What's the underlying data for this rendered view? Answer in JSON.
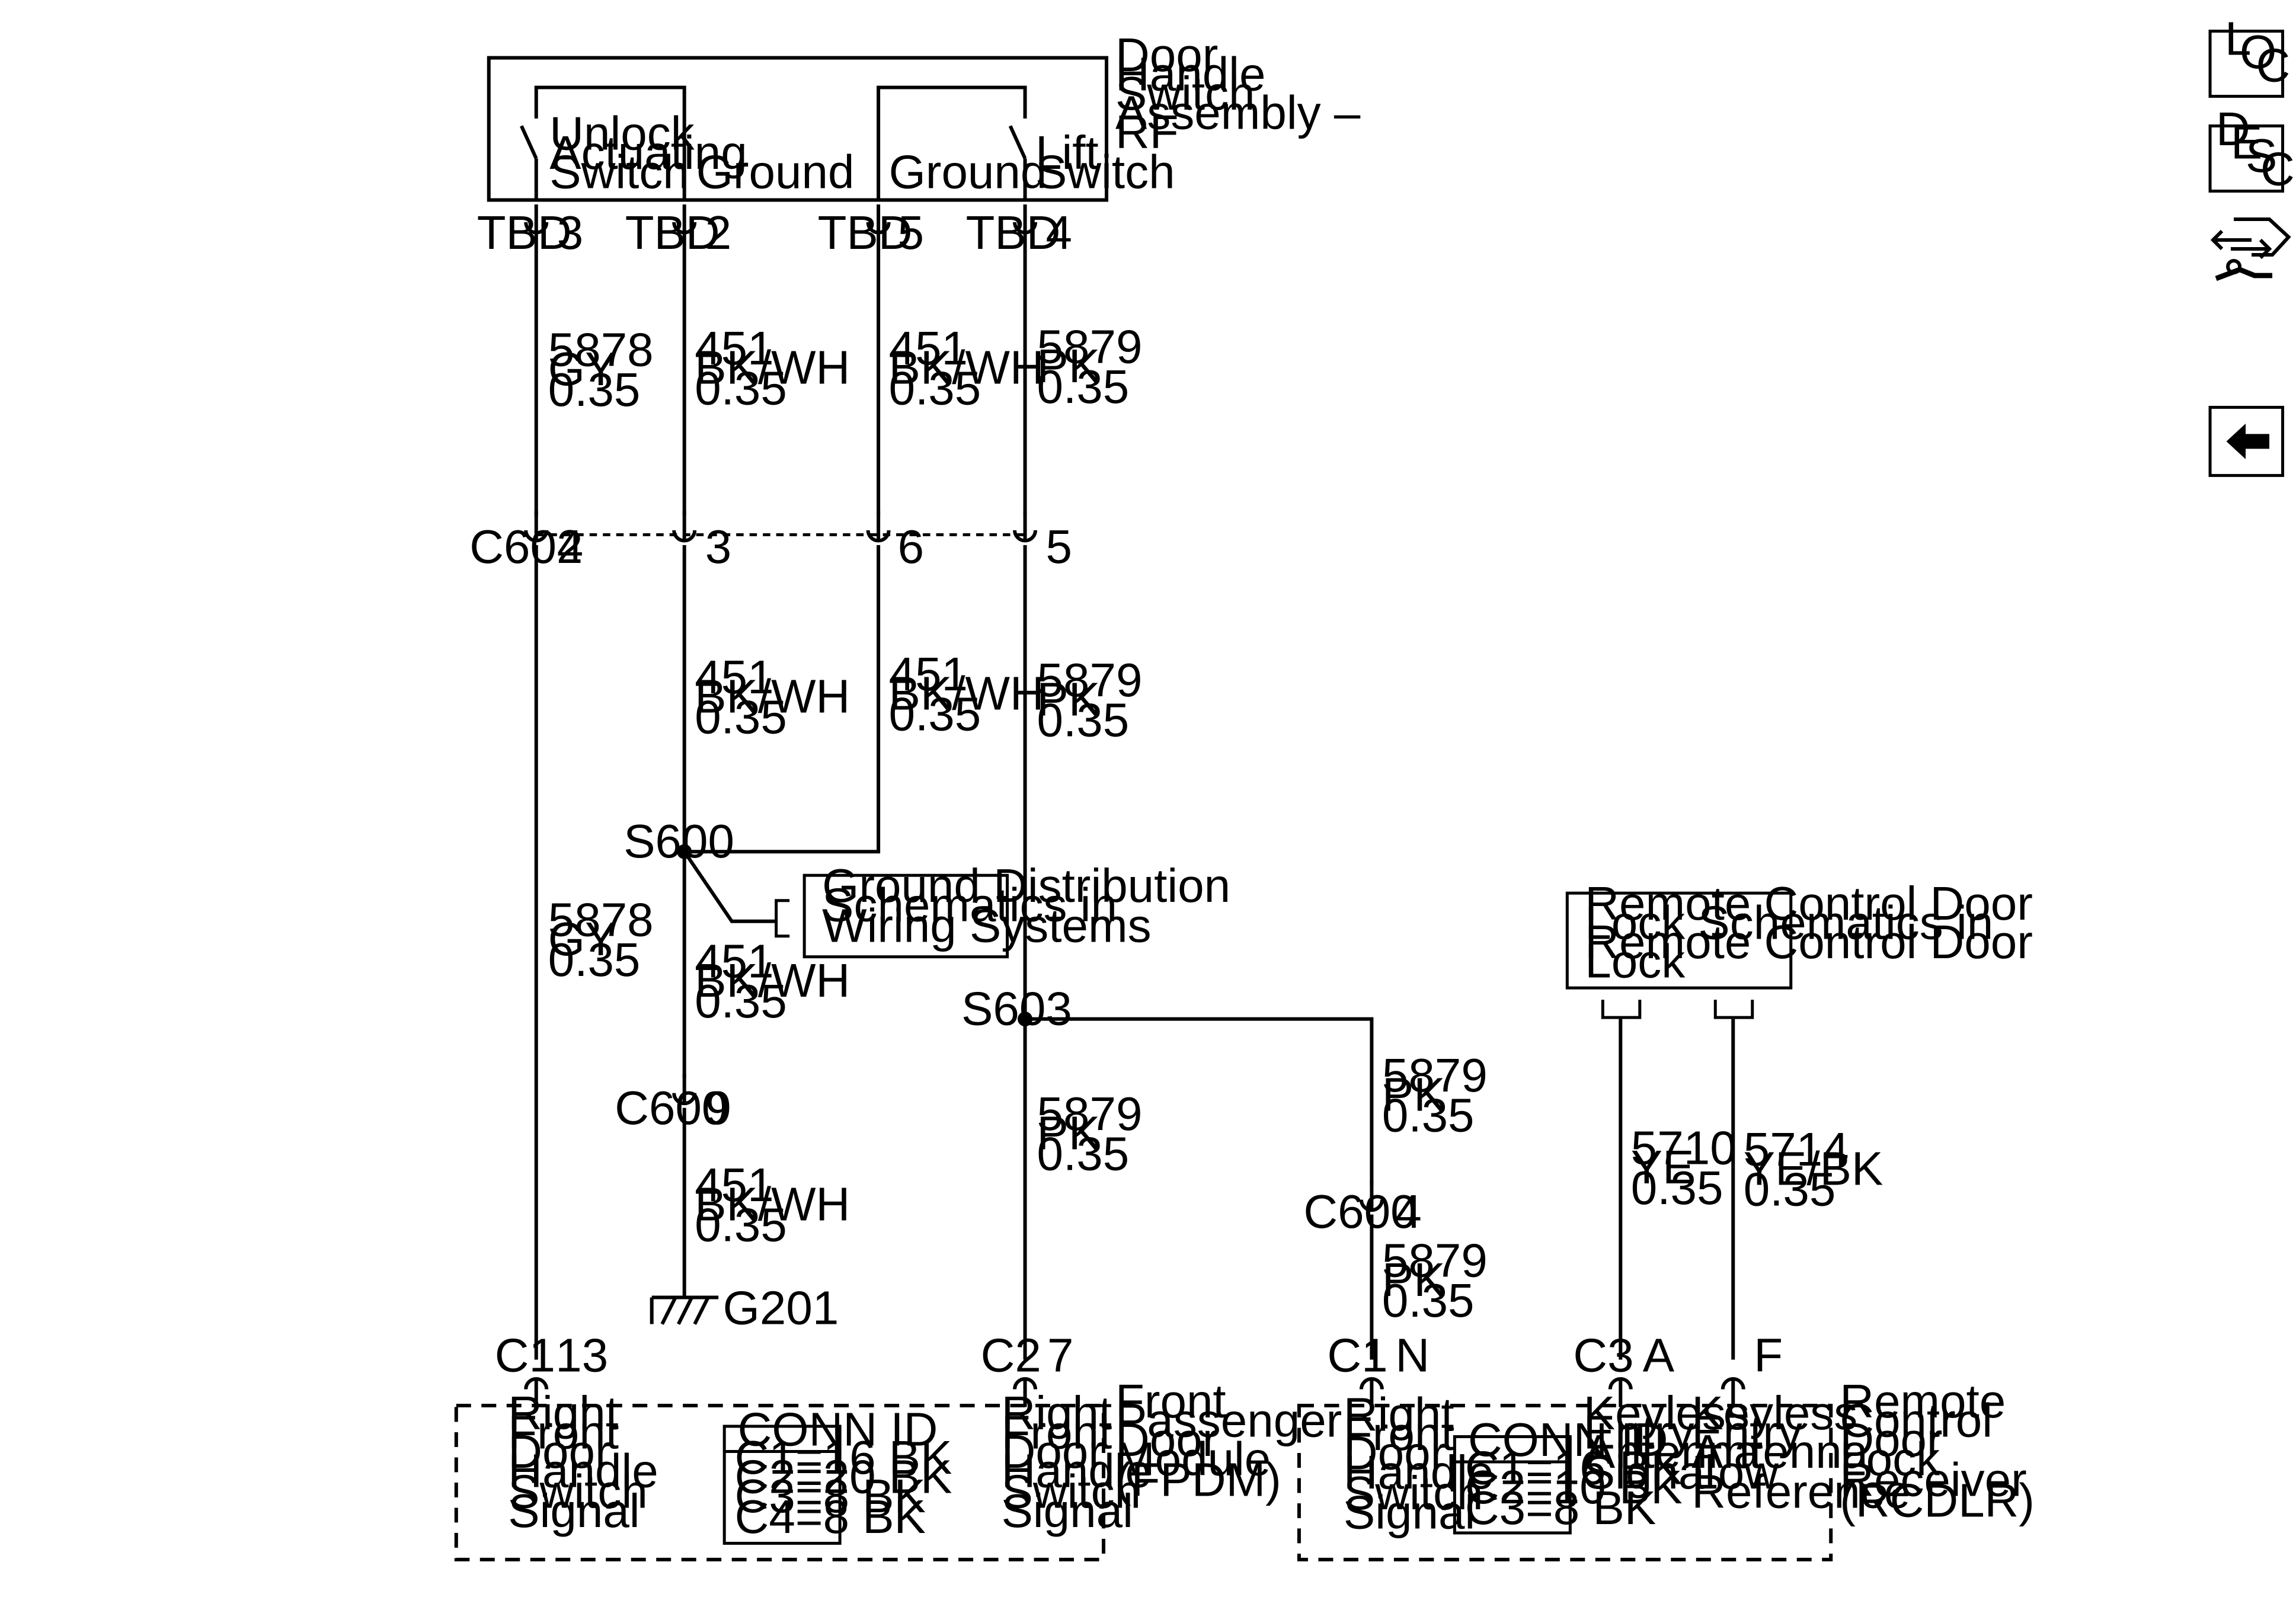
{
  "components": {
    "door_handle": [
      "Door",
      "Handle",
      "Switch",
      "Assembly –",
      "RF"
    ],
    "unlock_switch": [
      "Unlock",
      "Actuating",
      "Switch"
    ],
    "ground_a": "Ground",
    "ground_b": "Ground",
    "lift_switch": [
      "Lift",
      "Switch"
    ],
    "fpdm": [
      "Front",
      "Passenger",
      "Door",
      "Module",
      "(FPDM)"
    ],
    "rcdlr": [
      "Remote",
      "Control",
      "Door",
      "Lock",
      "Receiver",
      "(RCDLR)"
    ],
    "ground_dist_ref": [
      "Ground Distribution",
      "Schematics in",
      "Wiring Systems"
    ],
    "remote_ref": [
      "Remote Control Door",
      "Lock Schematics in",
      "Remote Control Door",
      "Lock"
    ]
  },
  "pins": {
    "sw_unlock": {
      "conn": "TBD",
      "pin": "3"
    },
    "sw_ground_a": {
      "conn": "TBD",
      "pin": "2"
    },
    "sw_ground_b": {
      "conn": "TBD",
      "pin": "5"
    },
    "sw_lift": {
      "conn": "TBD",
      "pin": "4"
    },
    "c602_conn": "C602",
    "c602_pins": [
      "4",
      "3",
      "6",
      "5"
    ],
    "c600_g": {
      "conn": "C600",
      "pin": "9"
    },
    "c600_pk": {
      "conn": "C600",
      "pin": "4"
    },
    "fpdm_c1": {
      "conn": "C1",
      "pin": "13"
    },
    "fpdm_c2": {
      "conn": "C2",
      "pin": "7"
    },
    "rcdlr_c1": {
      "conn": "C1",
      "pin": "N"
    },
    "rcdlr_c3a": {
      "conn": "C3",
      "pin": "A"
    },
    "rcdlr_f": {
      "pin": "F"
    }
  },
  "splices": {
    "s600": "S600",
    "s603": "S603"
  },
  "ground": "G201",
  "wires": {
    "w_gy_upper": [
      "5878",
      "GY",
      "0.35"
    ],
    "w_bkwh_upper_a": [
      "451",
      "BK/WH",
      "0.35"
    ],
    "w_bkwh_upper_b": [
      "451",
      "BK/WH",
      "0.35"
    ],
    "w_pk_upper": [
      "5879",
      "PK",
      "0.35"
    ],
    "w_bkwh_mid_a": [
      "451",
      "BK/WH",
      "0.35"
    ],
    "w_bkwh_mid_b": [
      "451",
      "BK/WH",
      "0.35"
    ],
    "w_pk_mid": [
      "5879",
      "PK",
      "0.35"
    ],
    "w_gy_lower": [
      "5878",
      "GY",
      "0.35"
    ],
    "w_bkwh_lower": [
      "451",
      "BK/WH",
      "0.35"
    ],
    "w_bkwh_ground": [
      "451",
      "BK/WH",
      "0.35"
    ],
    "w_pk_lower": [
      "5879",
      "PK",
      "0.35"
    ],
    "w_pk_branch": [
      "5879",
      "PK",
      "0.35"
    ],
    "w_pk_rcdlr": [
      "5879",
      "PK",
      "0.35"
    ],
    "w_ye": [
      "5710",
      "YE",
      "0.35"
    ],
    "w_yebk": [
      "5714",
      "YE/BK",
      "0.35"
    ]
  },
  "signals": {
    "fpdm_left": [
      "Right",
      "Front",
      "Door",
      "Handle",
      "Switch",
      "Signal"
    ],
    "fpdm_right": [
      "Right",
      "Front",
      "Door",
      "Handle",
      "Switch",
      "Signal"
    ],
    "rcdlr_left": [
      "Right",
      "Front",
      "Door",
      "Handle",
      "Switch",
      "Signal"
    ],
    "rcdlr_antenna": [
      "Keyless",
      "Entry",
      "Antenna",
      "Signal"
    ],
    "rcdlr_lowref": [
      "Keyless",
      "Entry",
      "Antenna",
      "Low",
      "Reference"
    ]
  },
  "conn_id_fpdm": {
    "title": "CONN ID",
    "rows": [
      "C1=16 BK",
      "C2=20 BK",
      "C3=8 BK",
      "C4=8 BK"
    ]
  },
  "conn_id_rcdlr": {
    "title": "CONN ID",
    "rows": [
      "C1=16 BK",
      "C2=10 BK",
      "C3=8 BK"
    ]
  },
  "nav": {
    "loc": [
      "L",
      "O",
      "C"
    ],
    "desc": [
      "D",
      "E",
      "S",
      "C"
    ],
    "icon_names": [
      "loc-button",
      "desc-button",
      "connector-end-view-icon",
      "back-arrow-icon"
    ]
  }
}
